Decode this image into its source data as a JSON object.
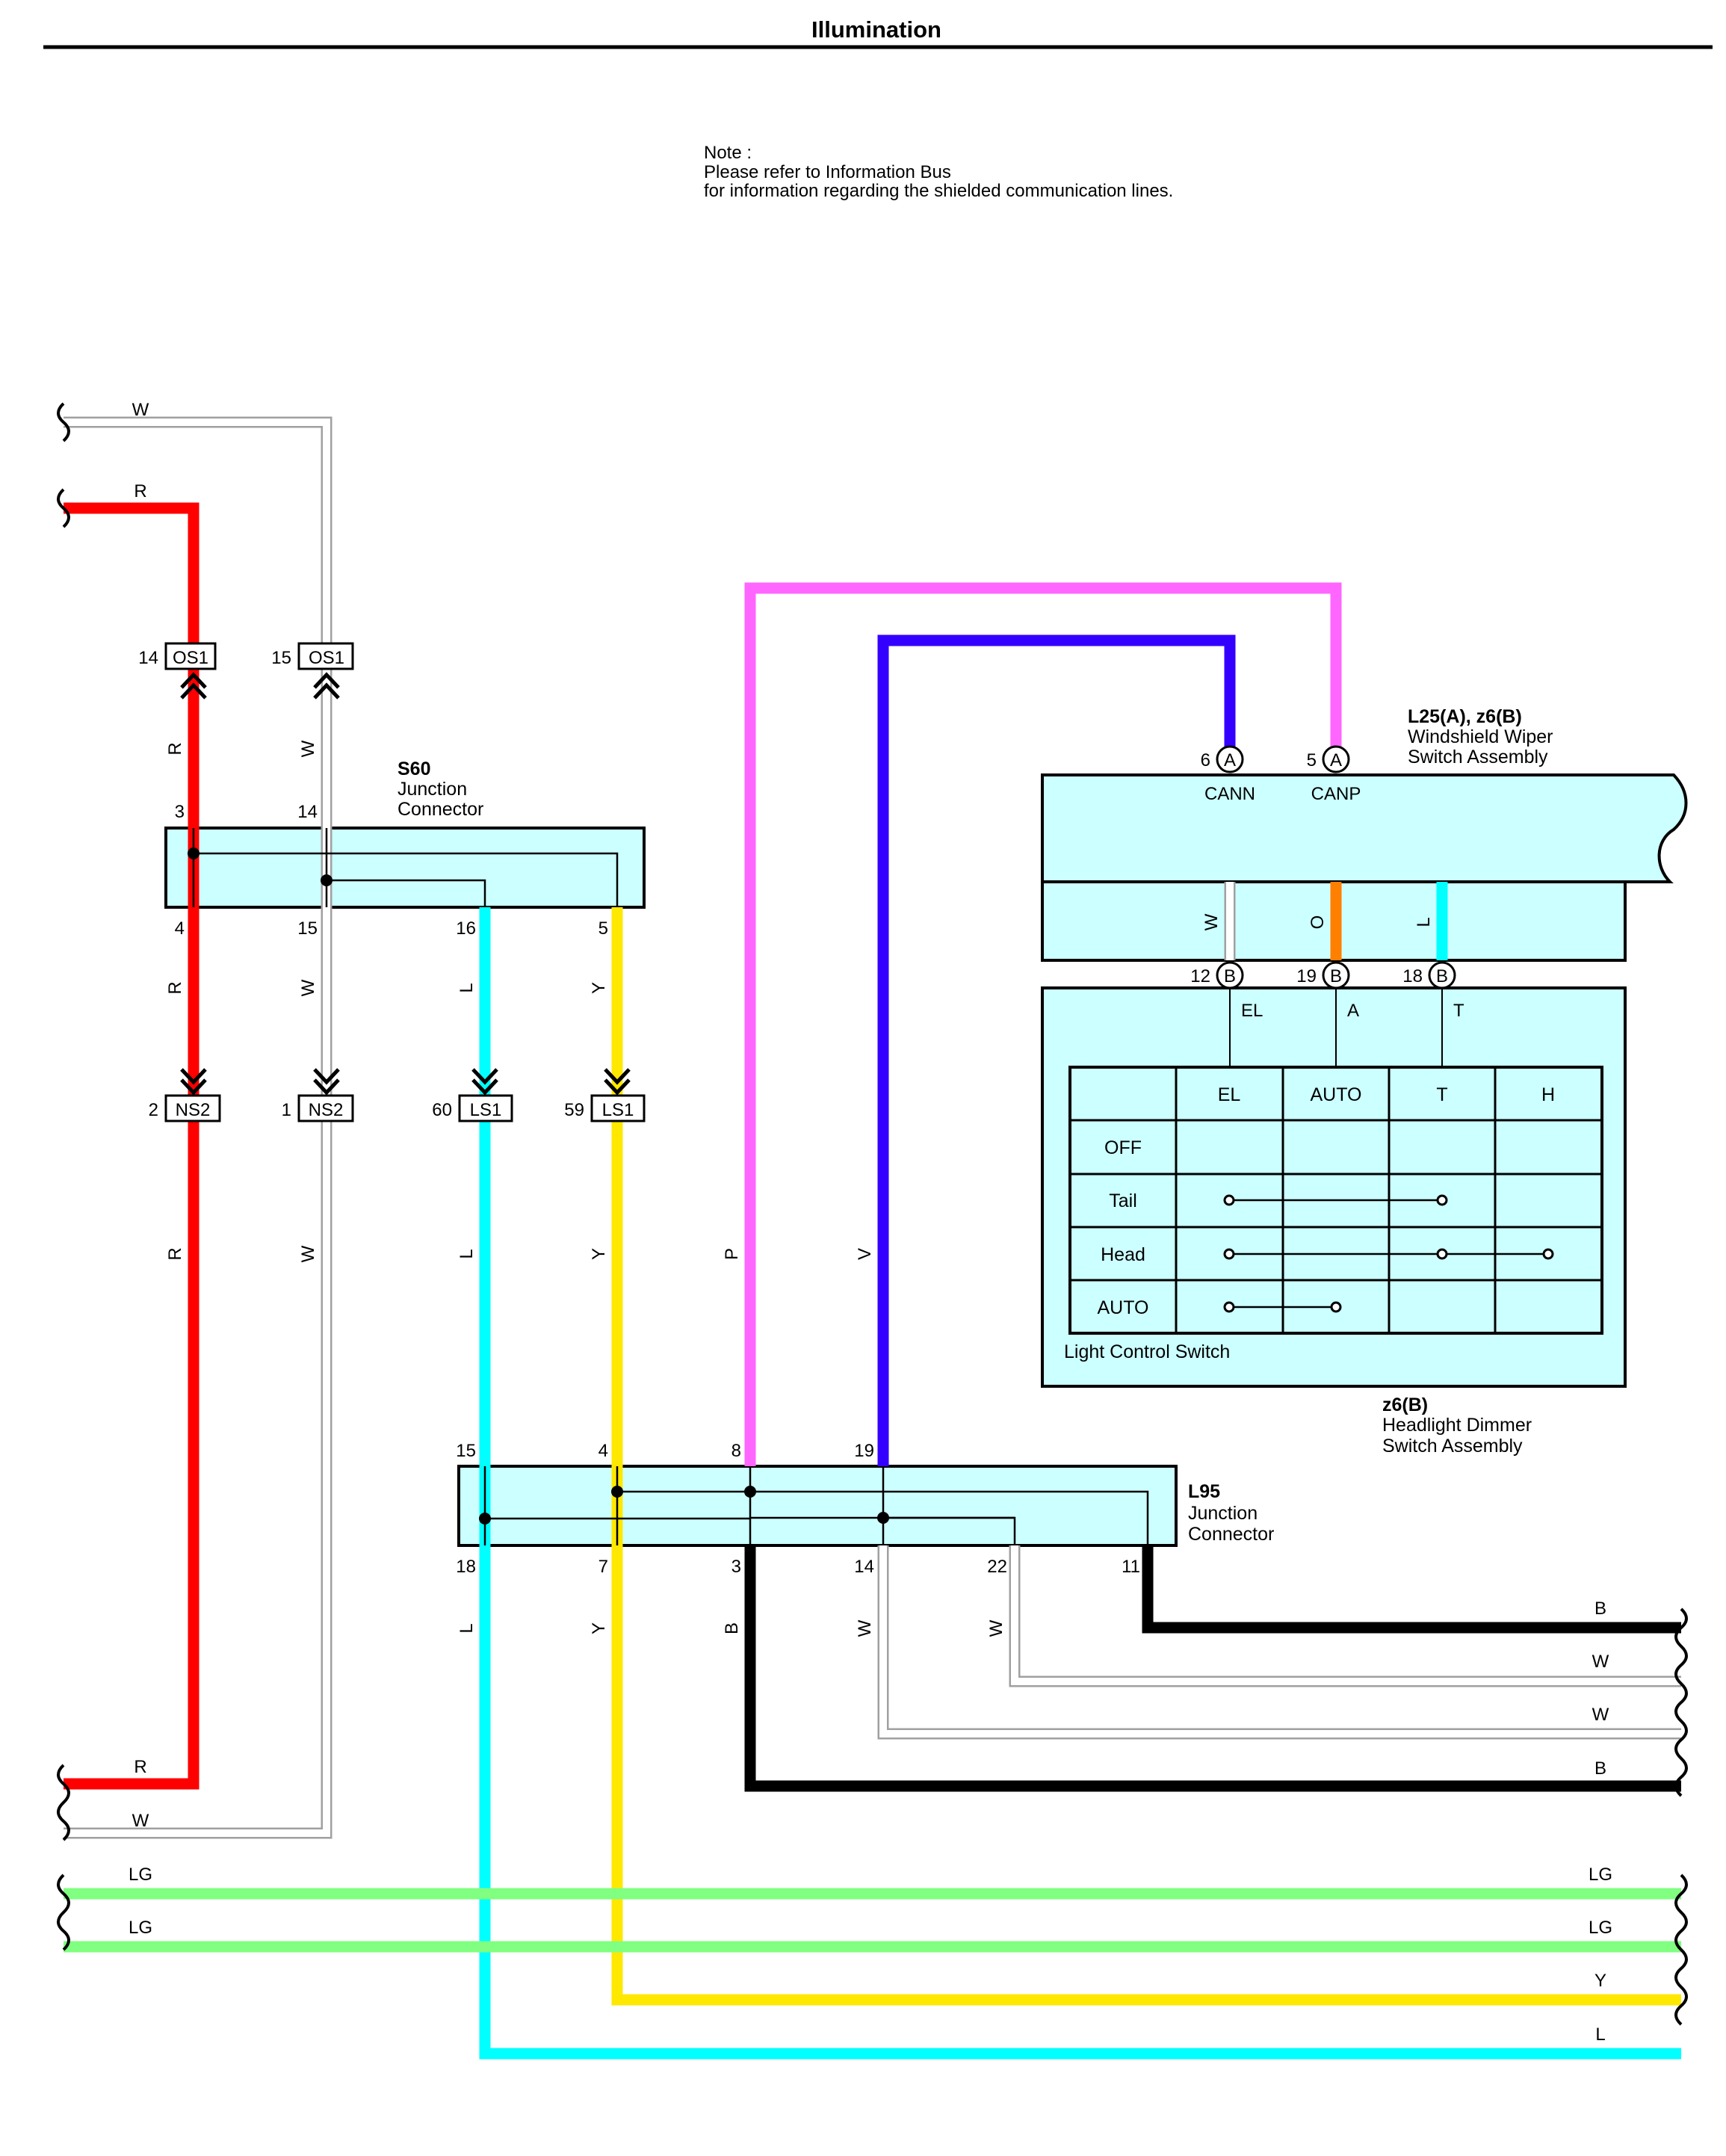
{
  "title": "Illumination",
  "note": {
    "heading": "Note :",
    "line1": "Please refer to Information Bus",
    "line2": "for information regarding the shielded communication lines."
  },
  "colors": {
    "red": "#ff0000",
    "white_wire": "#a0a0a0",
    "cyan": "#00ffff",
    "yellow": "#ffe800",
    "pink": "#ff66ff",
    "violet": "#3300ff",
    "black": "#000000",
    "light_green": "#80ff80",
    "orange": "#ff7f00",
    "box_fill": "#ccffff"
  },
  "wire_labels": {
    "W": "W",
    "R": "R",
    "L": "L",
    "Y": "Y",
    "P": "P",
    "V": "V",
    "B": "B",
    "O": "O",
    "LG": "LG"
  },
  "connectors": {
    "os1_a": {
      "pin": "14",
      "name": "OS1"
    },
    "os1_b": {
      "pin": "15",
      "name": "OS1"
    },
    "ns2_a": {
      "pin": "2",
      "name": "NS2"
    },
    "ns2_b": {
      "pin": "1",
      "name": "NS2"
    },
    "ls1_a": {
      "pin": "60",
      "name": "LS1"
    },
    "ls1_b": {
      "pin": "59",
      "name": "LS1"
    }
  },
  "s60": {
    "id": "S60",
    "line1": "Junction",
    "line2": "Connector",
    "pins_top": [
      "3",
      "14"
    ],
    "pins_bottom": [
      "4",
      "15",
      "16",
      "5"
    ]
  },
  "l95": {
    "id": "L95",
    "line1": "Junction",
    "line2": "Connector",
    "pins_top": [
      "15",
      "4",
      "8",
      "19"
    ],
    "pins_bottom": [
      "18",
      "7",
      "3",
      "14",
      "22",
      "11"
    ]
  },
  "wiper": {
    "id": "L25(A), z6(B)",
    "line1": "Windshield Wiper",
    "line2": "Switch Assembly",
    "pin_cann": {
      "num": "6",
      "conn": "A",
      "signal": "CANN"
    },
    "pin_canp": {
      "num": "5",
      "conn": "A",
      "signal": "CANP"
    },
    "pin_el": {
      "num": "12",
      "conn": "B",
      "signal": "EL"
    },
    "pin_a": {
      "num": "19",
      "conn": "B",
      "signal": "A"
    },
    "pin_t": {
      "num": "18",
      "conn": "B",
      "signal": "T"
    }
  },
  "dimmer": {
    "id": "z6(B)",
    "line1": "Headlight Dimmer",
    "line2": "Switch Assembly"
  },
  "light_switch": {
    "caption": "Light Control Switch",
    "columns": [
      "EL",
      "AUTO",
      "T",
      "H"
    ],
    "rows": [
      "OFF",
      "Tail",
      "Head",
      "AUTO"
    ],
    "continuity": {
      "OFF": [],
      "Tail": [
        "EL",
        "T"
      ],
      "Head": [
        "EL",
        "T",
        "H"
      ],
      "AUTO": [
        "EL",
        "AUTO"
      ]
    }
  }
}
